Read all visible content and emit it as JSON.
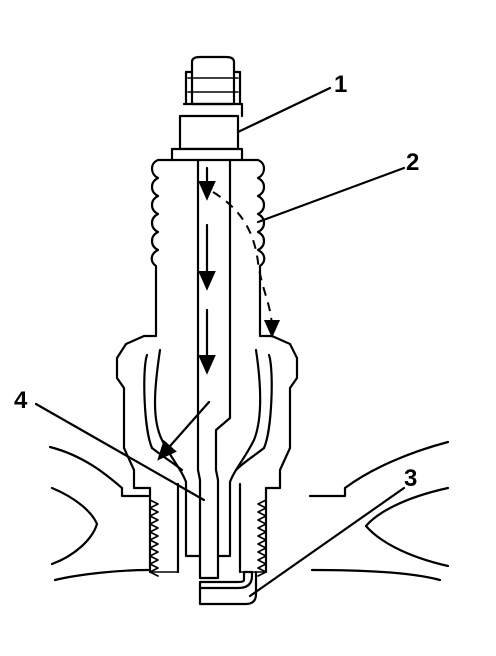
{
  "figure": {
    "callouts": [
      {
        "label": "1"
      },
      {
        "label": "2"
      },
      {
        "label": "3"
      },
      {
        "label": "4"
      }
    ]
  }
}
